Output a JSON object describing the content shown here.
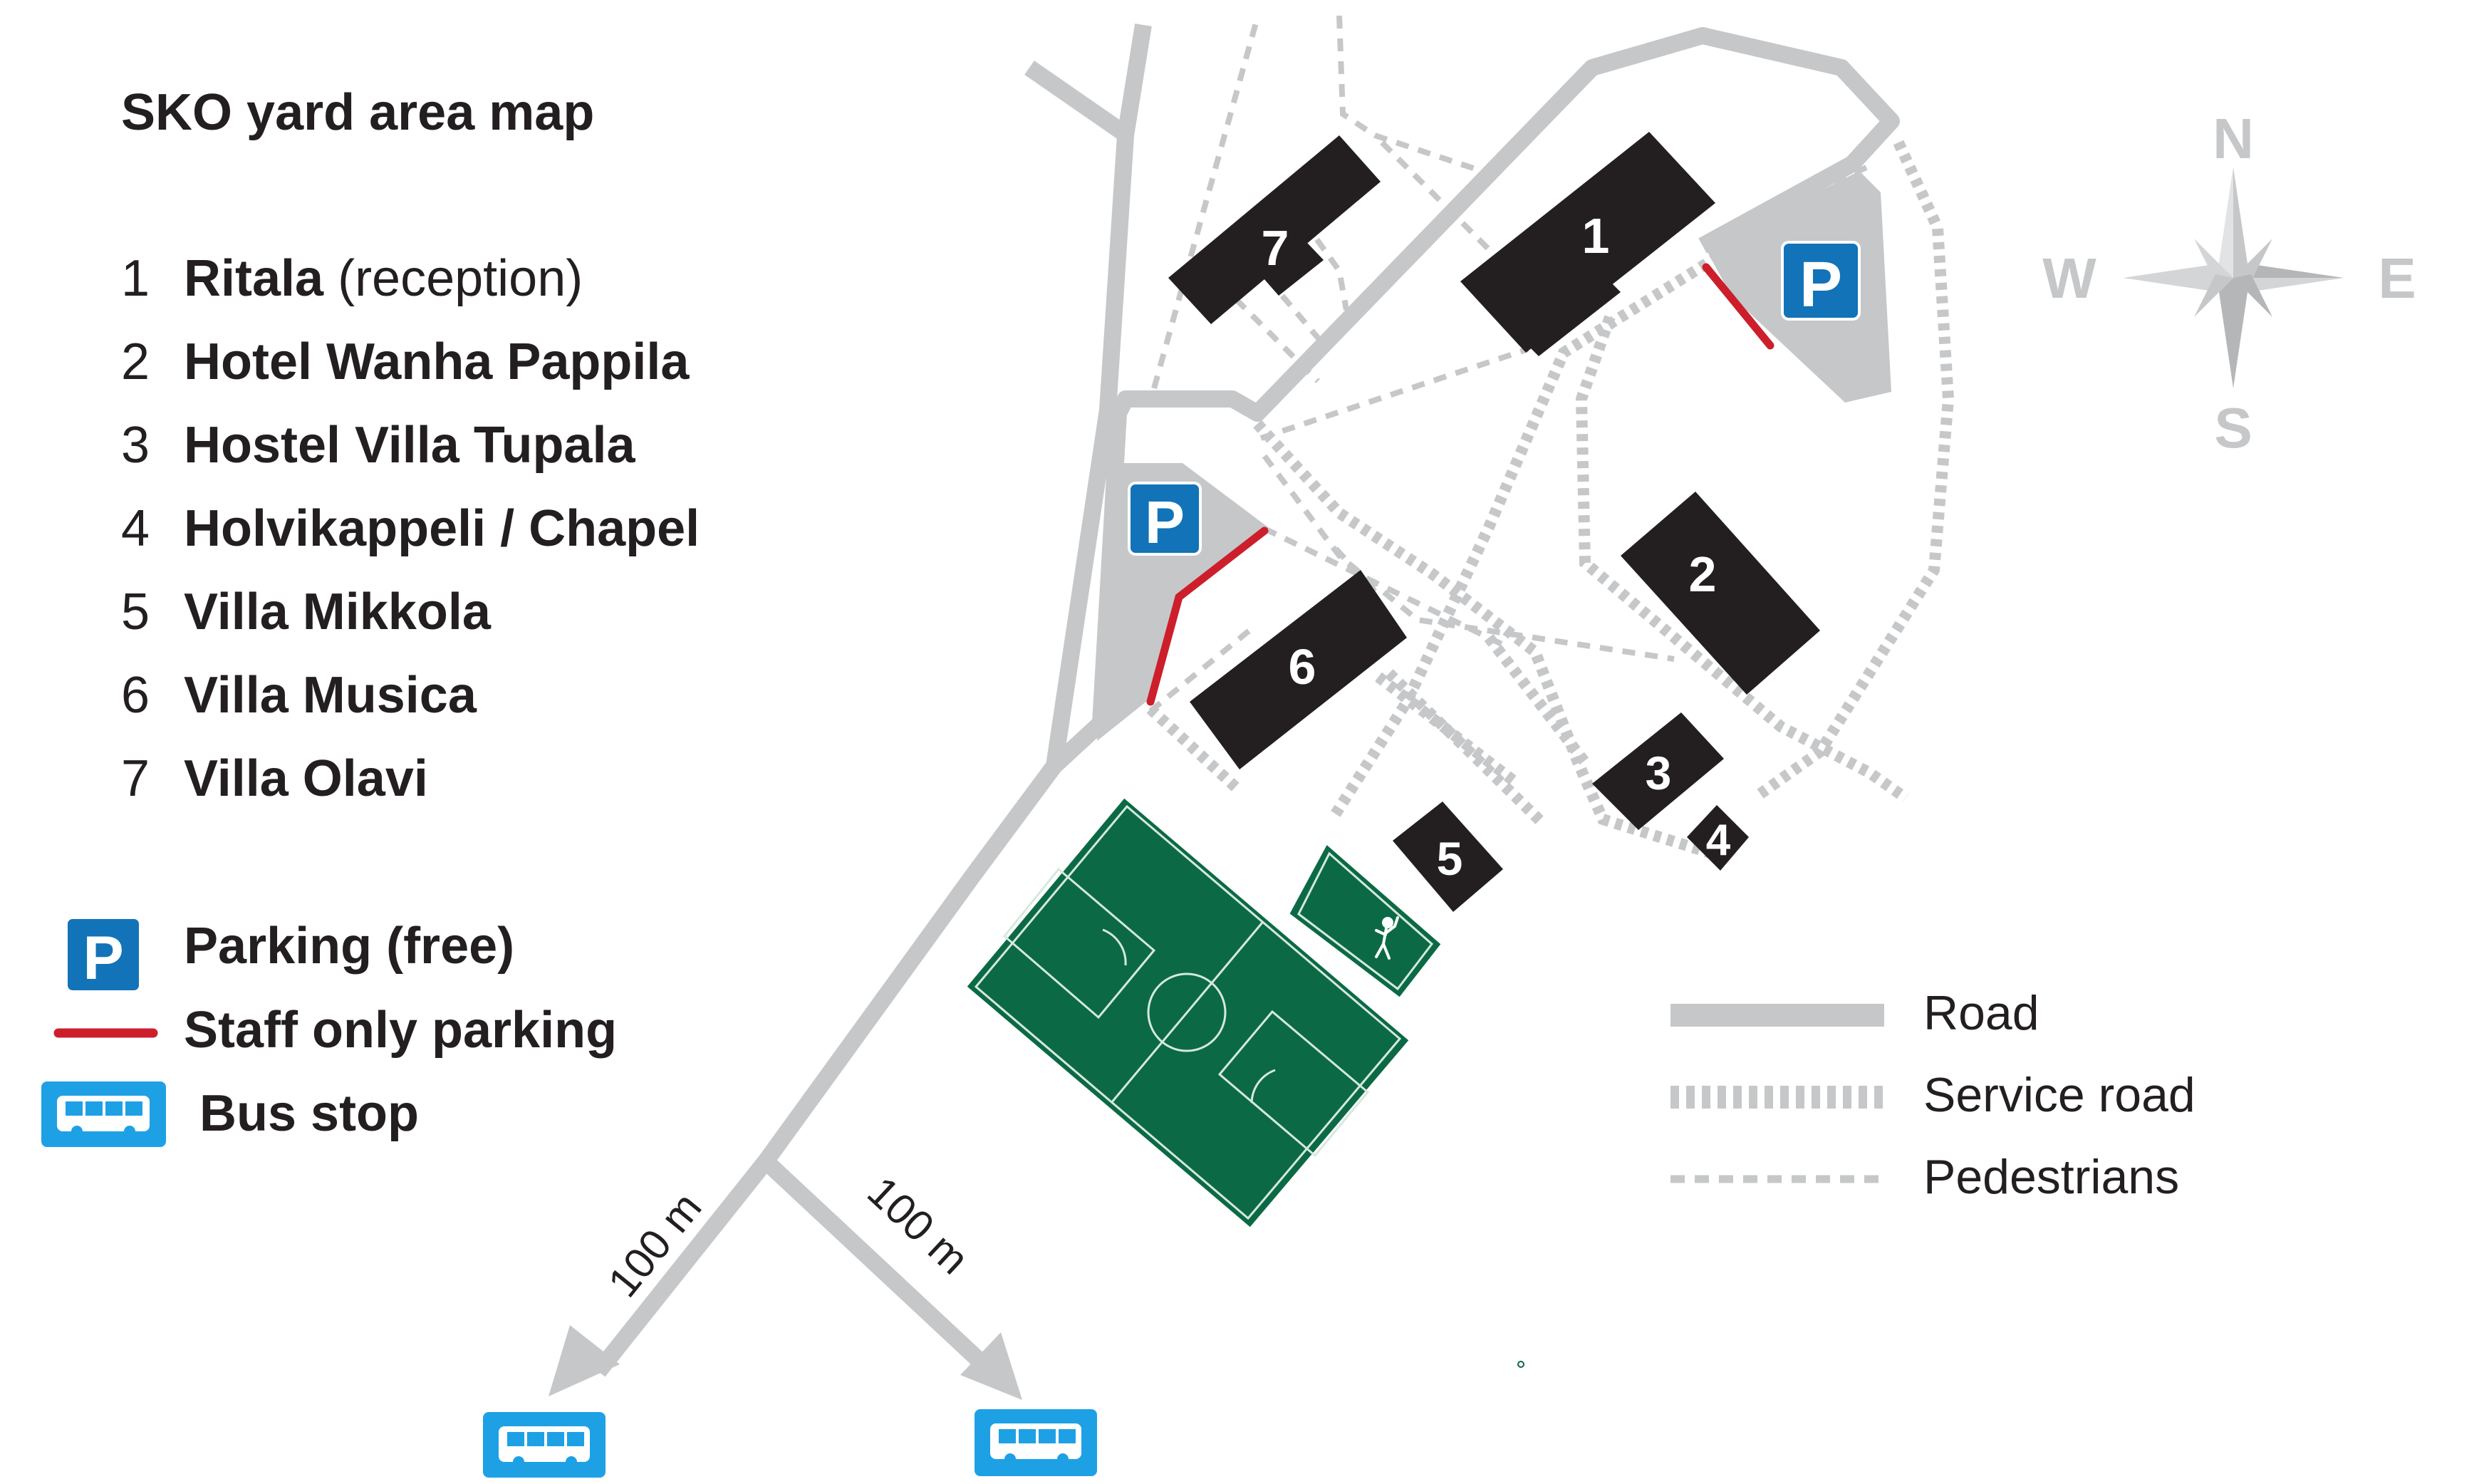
{
  "title": "SKO yard area map",
  "buildings": [
    {
      "number": "1",
      "name": "Ritala",
      "note": "(reception)"
    },
    {
      "number": "2",
      "name": "Hotel Wanha Pappila",
      "note": ""
    },
    {
      "number": "3",
      "name": "Hostel Villa Tupala",
      "note": ""
    },
    {
      "number": "4",
      "name": "Holvikappeli / Chapel",
      "note": ""
    },
    {
      "number": "5",
      "name": "Villa Mikkola",
      "note": ""
    },
    {
      "number": "6",
      "name": "Villa Musica",
      "note": ""
    },
    {
      "number": "7",
      "name": "Villa Olavi",
      "note": ""
    }
  ],
  "legend": {
    "parking": "Parking (free)",
    "staff_parking": "Staff only parking",
    "bus_stop": "Bus stop",
    "road": "Road",
    "service_road": "Service road",
    "pedestrians": "Pedestrians"
  },
  "parking_letter": "P",
  "compass": {
    "n": "N",
    "e": "E",
    "s": "S",
    "w": "W"
  },
  "distances": {
    "left": "100 m",
    "right": "100 m"
  },
  "colors": {
    "road": "#c6c7c9",
    "building": "#231f20",
    "parking_sign": "#1273b8",
    "staff_parking": "#cc1f2b",
    "bus_sign": "#1ea1e4",
    "field": "#0b6a45"
  },
  "icons": {
    "parking": "parking-sign-icon",
    "bus": "bus-stop-icon",
    "compass": "compass-rose-icon",
    "field": "football-field",
    "court": "tennis-court"
  }
}
